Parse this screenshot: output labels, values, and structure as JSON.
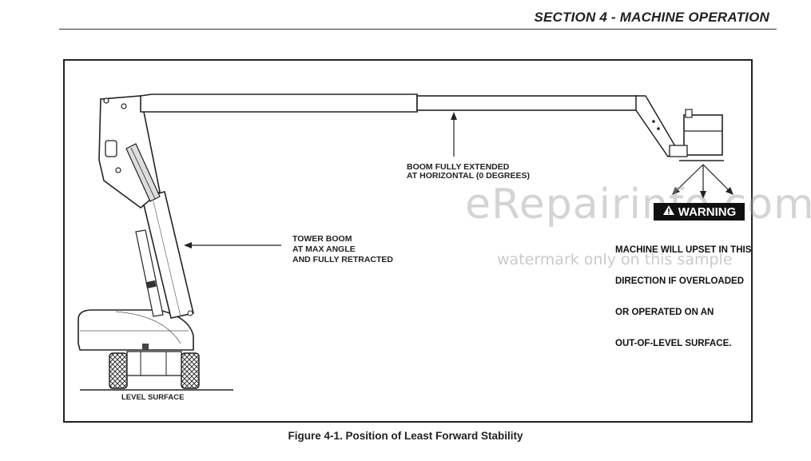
{
  "header": {
    "section_title": "SECTION 4 - MACHINE OPERATION"
  },
  "figure": {
    "caption": "Figure 4-1. Position of Least Forward Stability",
    "labels": {
      "boom_line1": "BOOM FULLY EXTENDED",
      "boom_line2": "AT HORIZONTAL (0 DEGREES)",
      "tower_line1": "TOWER BOOM",
      "tower_line2": "AT MAX ANGLE",
      "tower_line3": "AND FULLY RETRACTED",
      "level_surface": "LEVEL SURFACE"
    },
    "warning": {
      "badge": "WARNING",
      "line1": "MACHINE WILL UPSET IN THIS",
      "line2": "DIRECTION IF OVERLOADED",
      "line3": "OR OPERATED ON AN",
      "line4": "OUT-OF-LEVEL SURFACE."
    },
    "icons": {
      "warning": "warning-triangle-icon"
    }
  },
  "watermark": {
    "primary": "eRepairinfo.com",
    "secondary": "watermark only on this sample"
  }
}
